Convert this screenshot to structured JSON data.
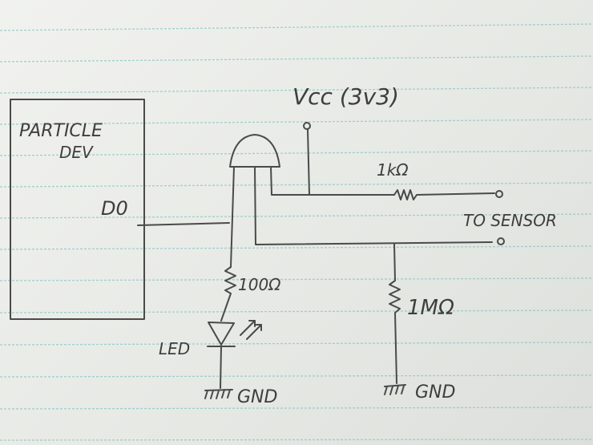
{
  "labels": {
    "vcc": "Vcc (3v3)",
    "board_line1": "PARTICLE",
    "board_line2": "DEV",
    "pin": "D0",
    "r1": "1kΩ",
    "sensor": "TO SENSOR",
    "r2": "100Ω",
    "r3": "1MΩ",
    "led": "LED",
    "gnd_left": "GND",
    "gnd_right": "GND"
  },
  "colors": {
    "pencil": "#4a4a4a",
    "paper": "#eceeeb",
    "rule": "#8fc7c4"
  }
}
